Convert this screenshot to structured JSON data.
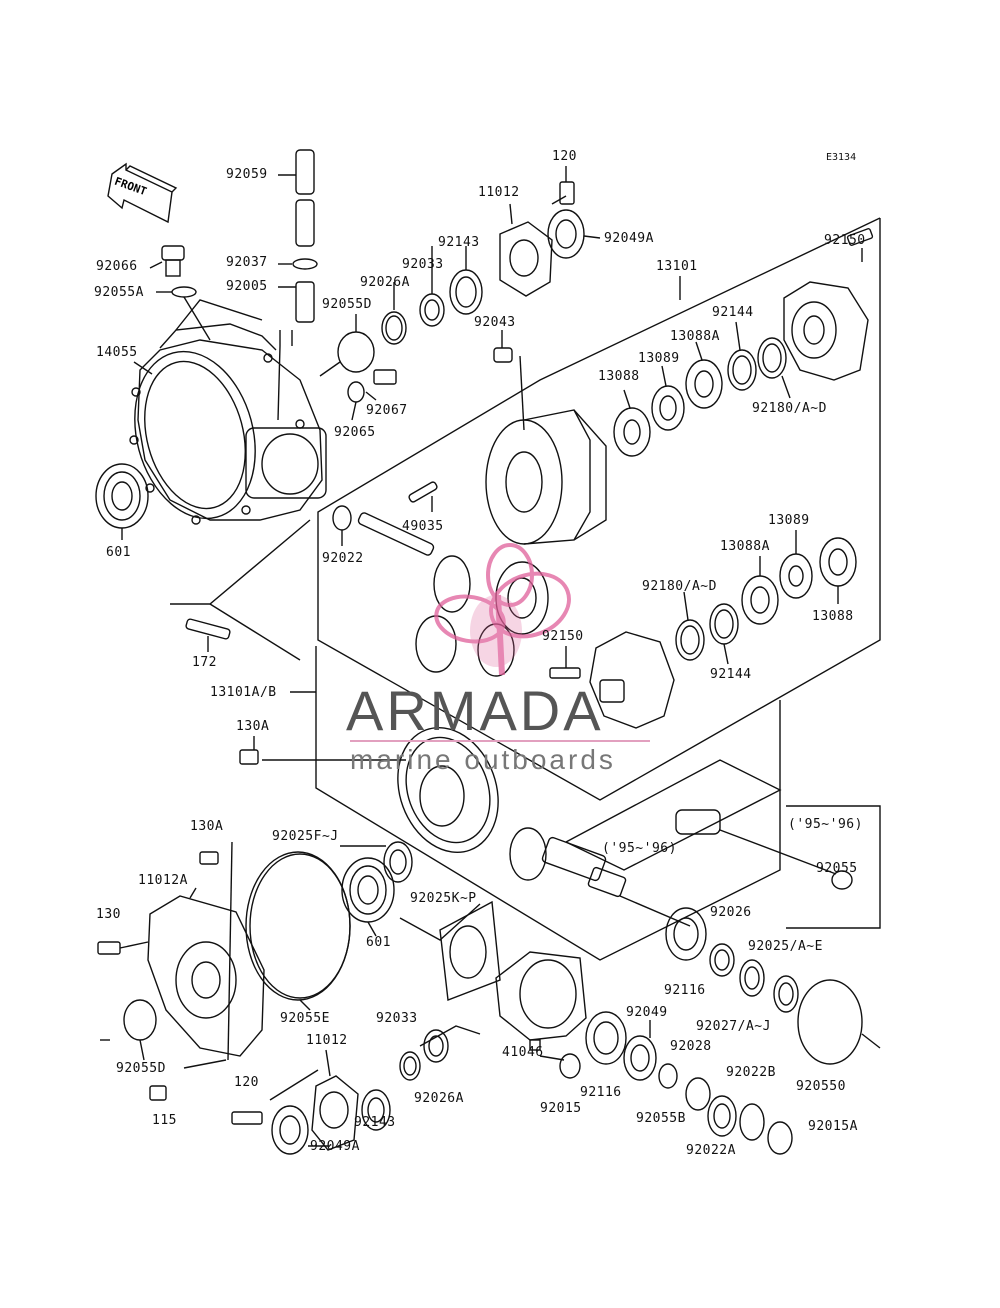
{
  "diagram": {
    "code": "E3134",
    "front_label": "FRONT",
    "watermark": {
      "brand": "ARMADA",
      "sub": "marine outboards",
      "color": "#e0609a"
    },
    "labels": {
      "l120a": "120",
      "l11012a": "11012",
      "l92059": "92059",
      "l92049a1": "92049A",
      "l92143a": "92143",
      "l92150a": "92150",
      "l92066": "92066",
      "l92037": "92037",
      "l92033a": "92033",
      "l13101": "13101",
      "l92055a": "92055A",
      "l92005": "92005",
      "l92026a": "92026A",
      "l92055d1": "92055D",
      "l92043": "92043",
      "l92144a": "92144",
      "l13088a1": "13088A",
      "l14055": "14055",
      "l13089a": "13089",
      "l13088a": "13088",
      "l92067": "92067",
      "l92180a": "92180/A~D",
      "l92065": "92065",
      "l49035": "49035",
      "l601a": "601",
      "l92022": "92022",
      "l13089b": "13089",
      "l13088a2": "13088A",
      "l92180b": "92180/A~D",
      "l13088b": "13088",
      "l92150b": "92150",
      "l172": "172",
      "l13101ab": "13101A/B",
      "l92144b": "92144",
      "l130a1": "130A",
      "l130a2": "130A",
      "l92025fj": "92025F~J",
      "l9596a": "('95~'96)",
      "l9596b": "('95~'96)",
      "l92055": "92055",
      "l11012a2": "11012A",
      "l92025kp": "92025K~P",
      "l130": "130",
      "l601b": "601",
      "l92026": "92026",
      "l92025ae": "92025/A~E",
      "l92116a": "92116",
      "l92055e": "92055E",
      "l92049": "92049",
      "l92027": "92027/A~J",
      "l92033b": "92033",
      "l11012b": "11012",
      "l92028": "92028",
      "l92055d2": "92055D",
      "l41046": "41046",
      "l92550": "920550",
      "l92026a2": "92026A",
      "l92022b": "92022B",
      "l120b": "120",
      "l92015": "92015",
      "l92116b": "92116",
      "l92143b": "92143",
      "l92055b": "92055B",
      "l115": "115",
      "l92015a": "92015A",
      "l92049a2": "92049A",
      "l92022a": "92022A"
    }
  }
}
